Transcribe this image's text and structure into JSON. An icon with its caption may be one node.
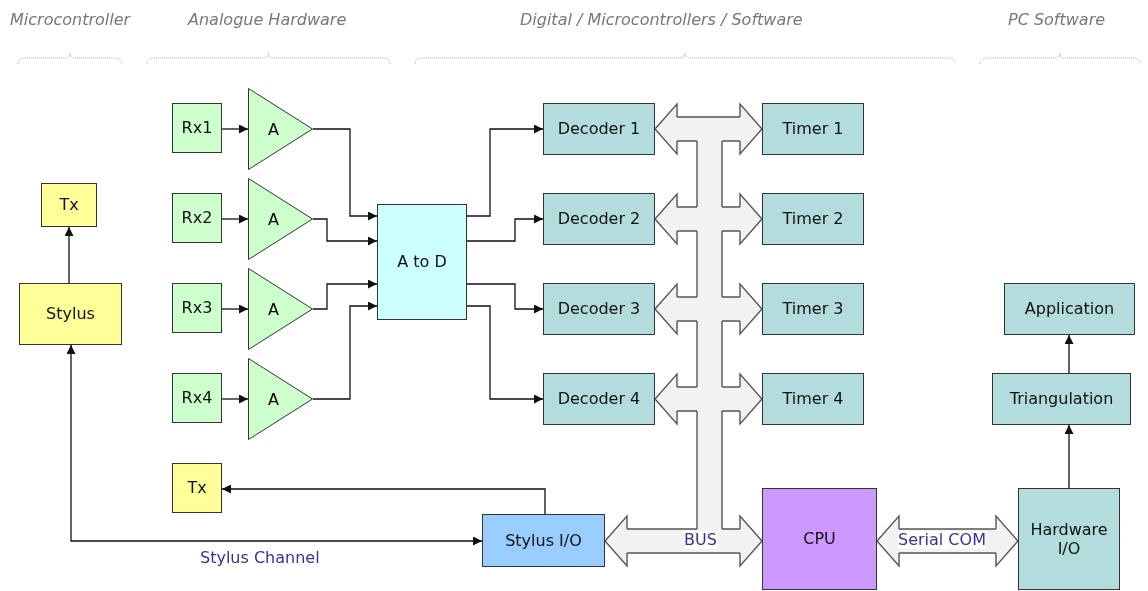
{
  "diagram": {
    "nodes": [
      {
        "text": [
          "Tx"
        ]
      },
      {
        "text": [
          "Stylus"
        ]
      },
      {
        "text": [
          "Rx1"
        ]
      },
      {
        "text": [
          "A"
        ]
      },
      {
        "text": [
          "Rx2"
        ]
      },
      {
        "text": [
          "A"
        ]
      },
      {
        "text": [
          "Rx3"
        ]
      },
      {
        "text": [
          "A"
        ]
      },
      {
        "text": [
          "Rx4"
        ]
      },
      {
        "text": [
          "A"
        ]
      },
      {
        "text": [
          "A to D"
        ]
      },
      {
        "text": [
          "Decoder 1"
        ]
      },
      {
        "text": [
          "Decoder 2"
        ]
      },
      {
        "text": [
          "Decoder 3"
        ]
      },
      {
        "text": [
          "Decoder 4"
        ]
      },
      {
        "text": [
          "Timer 1"
        ]
      },
      {
        "text": [
          "Timer 2"
        ]
      },
      {
        "text": [
          "Timer 3"
        ]
      },
      {
        "text": [
          "Timer 4"
        ]
      },
      {
        "text": [
          "Tx"
        ]
      },
      {
        "text": [
          "Stylus I/O"
        ]
      },
      {
        "text": [
          "CPU"
        ]
      },
      {
        "text": [
          "Application"
        ]
      },
      {
        "text": [
          "Triangulation"
        ]
      },
      {
        "text": [
          "Hardware I/O"
        ]
      }
    ],
    "edges": [
      {
        "from": 1,
        "to": 0,
        "arrow": "to"
      },
      {
        "from": 2,
        "to": 3,
        "arrow": "to"
      },
      {
        "from": 4,
        "to": 5,
        "arrow": "to"
      },
      {
        "from": 6,
        "to": 7,
        "arrow": "to"
      },
      {
        "from": 8,
        "to": 9,
        "arrow": "to"
      },
      {
        "from": 3,
        "to": 10,
        "arrow": "to"
      },
      {
        "from": 5,
        "to": 10,
        "arrow": "to"
      },
      {
        "from": 7,
        "to": 10,
        "arrow": "to"
      },
      {
        "from": 9,
        "to": 10,
        "arrow": "to"
      },
      {
        "from": 10,
        "to": 11,
        "arrow": "to"
      },
      {
        "from": 10,
        "to": 12,
        "arrow": "to"
      },
      {
        "from": 10,
        "to": 13,
        "arrow": "to"
      },
      {
        "from": 10,
        "to": 14,
        "arrow": "to"
      },
      {
        "from": 20,
        "to": 19,
        "arrow": "to"
      },
      {
        "from": 1,
        "to": 20,
        "arrow": "both",
        "label": "Stylus Channel"
      },
      {
        "from": 11,
        "to": 15,
        "arrow": "both",
        "style": "thick",
        "color": "#f1f3f3"
      },
      {
        "from": 12,
        "to": 16,
        "arrow": "both",
        "style": "thick",
        "color": "#f1f3f3"
      },
      {
        "from": 13,
        "to": 17,
        "arrow": "both",
        "style": "thick",
        "color": "#f1f3f3"
      },
      {
        "from": 14,
        "to": 18,
        "arrow": "both",
        "style": "thick",
        "color": "#f1f3f3"
      },
      {
        "from": 20,
        "to": 21,
        "arrow": "both",
        "style": "thick",
        "color": "#f1f3f3",
        "label": "BUS"
      },
      {
        "from": 21,
        "to": 24,
        "arrow": "both",
        "style": "thick",
        "color": "#f1f3f3",
        "label": "Serial COM"
      },
      {
        "from": 24,
        "to": 23,
        "arrow": "to"
      },
      {
        "from": 23,
        "to": 22,
        "arrow": "to"
      }
    ],
    "labels": [
      "Microcontroller",
      "Analogue Hardware",
      "Digital / Microcontrollers / Software",
      "PC Software"
    ]
  }
}
